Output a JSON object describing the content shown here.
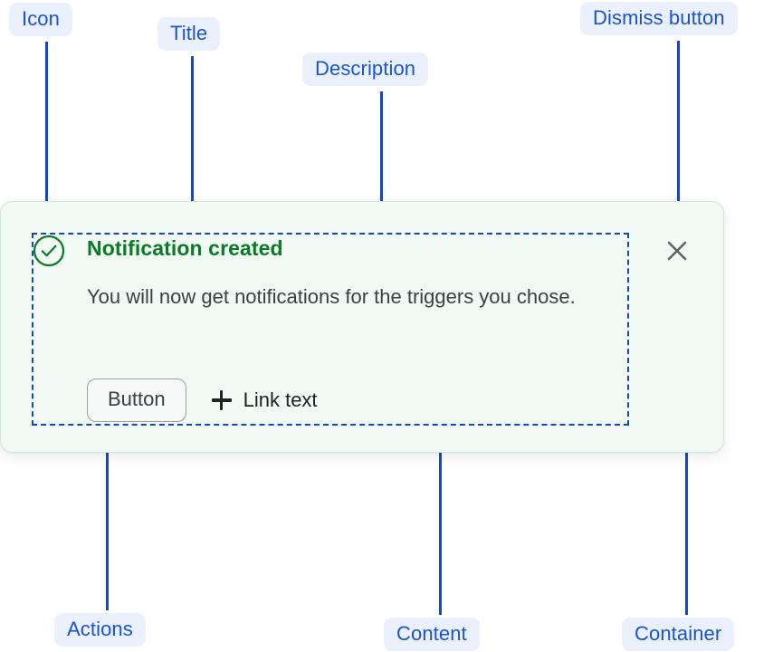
{
  "notification": {
    "icon": "check-circle-icon",
    "title": "Notification created",
    "description": "You will now get notifications for the triggers you chose.",
    "actions": {
      "button_label": "Button",
      "link_icon": "plus-icon",
      "link_label": "Link text"
    },
    "dismiss_icon": "close-icon",
    "colors": {
      "container_bg": "#f1faf4",
      "container_border": "#cfe8d8",
      "title": "#0b7a24",
      "icon": "#0b7a24",
      "description": "#3c4043",
      "dismiss": "#5f6368"
    }
  },
  "annotations": {
    "pills": [
      {
        "id": "icon",
        "label": "Icon"
      },
      {
        "id": "title",
        "label": "Title"
      },
      {
        "id": "description",
        "label": "Description"
      },
      {
        "id": "dismiss-button",
        "label": "Dismiss button"
      },
      {
        "id": "actions",
        "label": "Actions"
      },
      {
        "id": "content",
        "label": "Content"
      },
      {
        "id": "container",
        "label": "Container"
      }
    ],
    "colors": {
      "pill_bg": "#eaf1fd",
      "pill_text": "#1a53d0",
      "leader_line": "#1546c8",
      "content_outline": "#1546c8"
    }
  }
}
